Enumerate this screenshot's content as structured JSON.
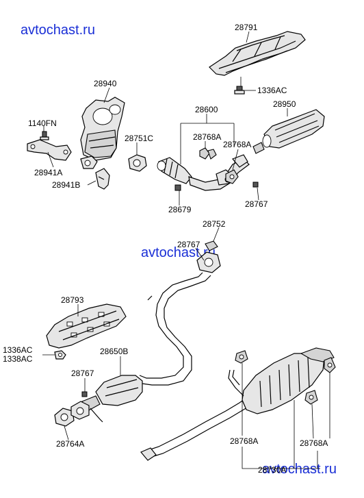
{
  "watermark": {
    "text": "avtochast.ru",
    "color": "#1a2fd6"
  },
  "labels": {
    "p28791": "28791",
    "p1336AC_top": "1336AC",
    "p28950": "28950",
    "p28940": "28940",
    "p28600": "28600",
    "p1140FN": "1140FN",
    "p28751C": "28751C",
    "p28768A_a": "28768A",
    "p28768A_b": "28768A",
    "p28941A": "28941A",
    "p28941B": "28941B",
    "p28679": "28679",
    "p28767_a": "28767",
    "p28752": "28752",
    "p28767_b": "28767",
    "p28793": "28793",
    "p1336AC_bot": "1336AC",
    "p1338AC": "1338AC",
    "p28650B": "28650B",
    "p28767_c": "28767",
    "p28764A": "28764A",
    "p28768A_c": "28768A",
    "p28768A_d": "28768A",
    "p28730A": "28730A"
  }
}
